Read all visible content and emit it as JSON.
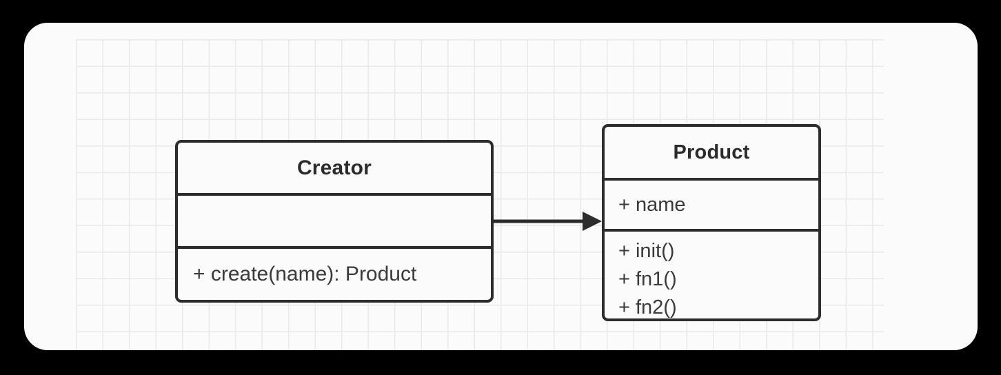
{
  "canvas": {
    "background_color": "#000000",
    "card_background_color": "#fbfbfb",
    "grid_line_color": "#e9e9e9",
    "stroke_color": "#2c2c2c"
  },
  "diagram": {
    "type": "uml-class-diagram",
    "classes": [
      {
        "id": "creator",
        "name": "Creator",
        "attributes": [],
        "methods": [
          "+ create(name): Product"
        ]
      },
      {
        "id": "product",
        "name": "Product",
        "attributes": [
          "+ name"
        ],
        "methods": [
          "+ init()",
          "+ fn1()",
          "+ fn2()"
        ]
      }
    ],
    "relationships": [
      {
        "id": "creator-to-product",
        "kind": "association",
        "line_style": "solid",
        "arrowhead": "filled-triangle",
        "from": "Creator",
        "to": "Product",
        "label": ""
      }
    ]
  }
}
